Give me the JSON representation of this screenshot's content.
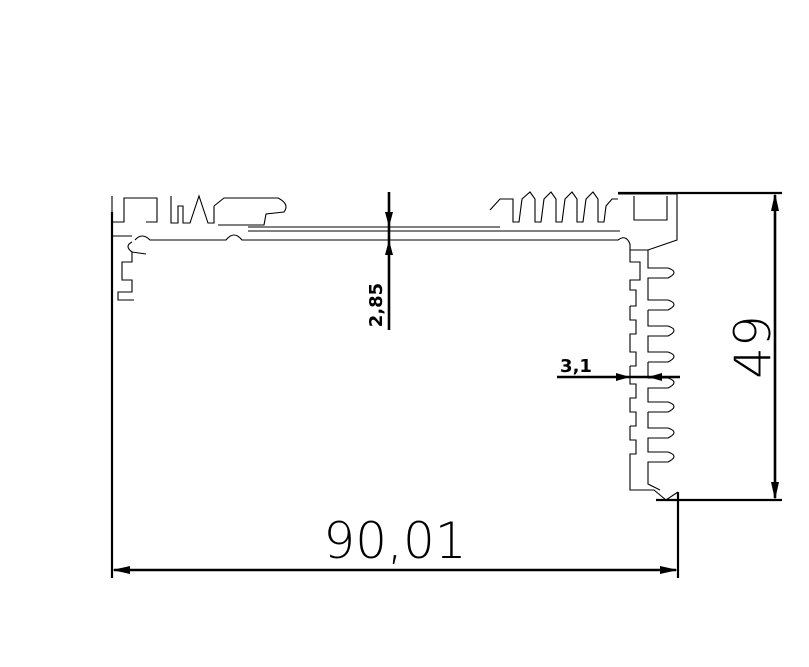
{
  "dimensions": {
    "width": "90,01",
    "height": "49",
    "top_wall_thickness": "2,85",
    "side_wall_thickness": "3,1"
  }
}
